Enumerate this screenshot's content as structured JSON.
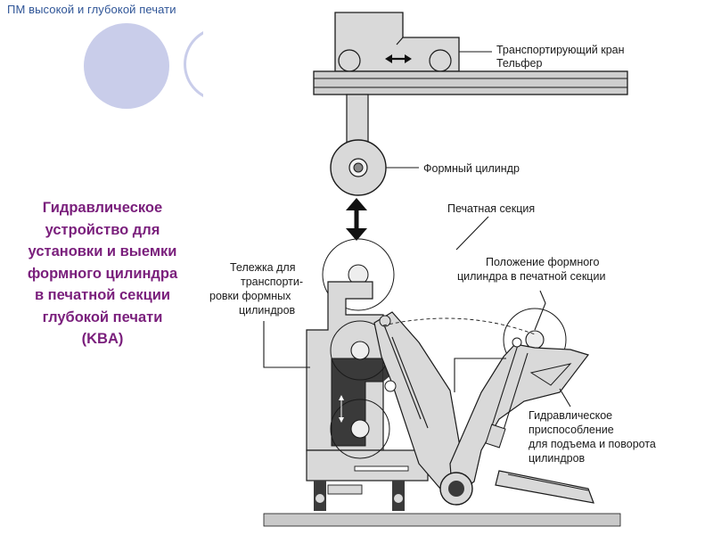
{
  "header": {
    "title": "ПМ высокой и глубокой печати"
  },
  "caption": {
    "lines": [
      "Гидравлическое",
      "устройство для",
      "установки и выемки",
      "формного цилиндра",
      "в печатной секции",
      "глубокой печати",
      "(KBA)"
    ]
  },
  "diagram": {
    "labels": {
      "crane_1": "Транспортирующий кран",
      "crane_2": "Тельфер",
      "form_cylinder": "Формный цилиндр",
      "print_section": "Печатная секция",
      "position_1": "Положение формного",
      "position_2": "цилиндра в печатной секции",
      "trolley_1": "Тележка для",
      "trolley_2": "транспорти-",
      "trolley_3": "ровки формных",
      "trolley_4": "цилиндров",
      "hydraulic_1": "Гидравлическое",
      "hydraulic_2": "приспособление",
      "hydraulic_3": "для подъема и поворота",
      "hydraulic_4": "цилиндров"
    }
  },
  "colors": {
    "header_text": "#2f5597",
    "caption_text": "#7a1f7c",
    "decor_circle": "#c9cdea",
    "machine_fill": "#d9d9d9",
    "machine_dark": "#3a3a3a"
  }
}
